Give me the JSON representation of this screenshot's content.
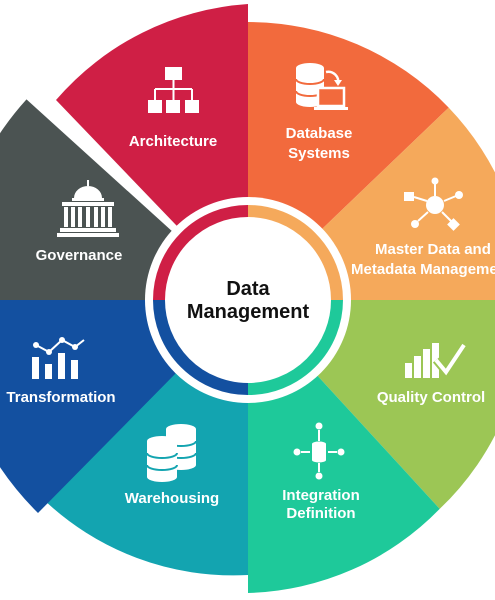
{
  "center": {
    "line1": "Data",
    "line2": "Management"
  },
  "segments": [
    {
      "id": "database-systems",
      "lines": [
        "Database",
        "Systems"
      ],
      "color": "#f26a3d",
      "icon": "database-monitor-icon"
    },
    {
      "id": "master-data",
      "lines": [
        "Master Data and",
        "Metadata Management"
      ],
      "color": "#f5a95b",
      "icon": "network-nodes-icon"
    },
    {
      "id": "quality-control",
      "lines": [
        "Quality Control"
      ],
      "color": "#9cc655",
      "icon": "bar-chart-check-icon"
    },
    {
      "id": "integration-definition",
      "lines": [
        "Integration",
        "Definition"
      ],
      "color": "#1ec99a",
      "icon": "data-integration-icon"
    },
    {
      "id": "warehousing",
      "lines": [
        "Warehousing"
      ],
      "color": "#13a4b0",
      "icon": "stacked-databases-icon"
    },
    {
      "id": "transformation",
      "lines": [
        "Transformation"
      ],
      "color": "#1350a0",
      "icon": "line-bar-chart-icon"
    },
    {
      "id": "governance",
      "lines": [
        "Governance"
      ],
      "color": "#4b5352",
      "icon": "government-building-icon"
    },
    {
      "id": "architecture",
      "lines": [
        "Architecture"
      ],
      "color": "#cf1f45",
      "icon": "hierarchy-icon"
    }
  ]
}
